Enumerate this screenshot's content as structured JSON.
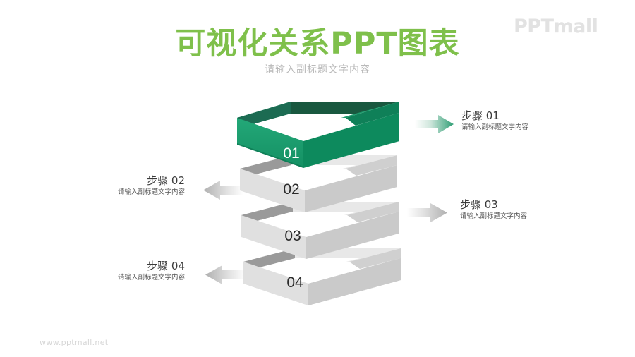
{
  "brand": {
    "logo_text": "PPTmall",
    "footer_url": "www.pptmall.net"
  },
  "header": {
    "title": "可视化关系PPT图表",
    "subtitle": "请输入副标题文字内容",
    "title_color": "#7fc04b",
    "subtitle_color": "#b9b9b9"
  },
  "diagram": {
    "type": "stacked-3d-frames",
    "accent_color": "#1b9e6c",
    "neutral_color": "#d5d5d5",
    "layers": [
      {
        "id": "01",
        "label": "01",
        "color": "#1b9e6c",
        "label_color": "#ffffff",
        "highlighted": true
      },
      {
        "id": "02",
        "label": "02",
        "color": "#d5d5d5",
        "label_color": "#2b2b2b",
        "highlighted": false
      },
      {
        "id": "03",
        "label": "03",
        "color": "#d5d5d5",
        "label_color": "#2b2b2b",
        "highlighted": false
      },
      {
        "id": "04",
        "label": "04",
        "color": "#d5d5d5",
        "label_color": "#2b2b2b",
        "highlighted": false
      }
    ]
  },
  "steps": [
    {
      "title": "步骤 01",
      "title_prefix": "步骤",
      "number": "01",
      "description": "请输入副标题文字内容",
      "arrow_direction": "right",
      "arrow_color": "#2e9e74"
    },
    {
      "title": "步骤 02",
      "title_prefix": "步骤",
      "number": "02",
      "description": "请输入副标题文字内容",
      "arrow_direction": "left",
      "arrow_color": "#b5b5b5"
    },
    {
      "title": "步骤 03",
      "title_prefix": "步骤",
      "number": "03",
      "description": "请输入副标题文字内容",
      "arrow_direction": "right",
      "arrow_color": "#b5b5b5"
    },
    {
      "title": "步骤 04",
      "title_prefix": "步骤",
      "number": "04",
      "description": "请输入副标题文字内容",
      "arrow_direction": "left",
      "arrow_color": "#b5b5b5"
    }
  ]
}
